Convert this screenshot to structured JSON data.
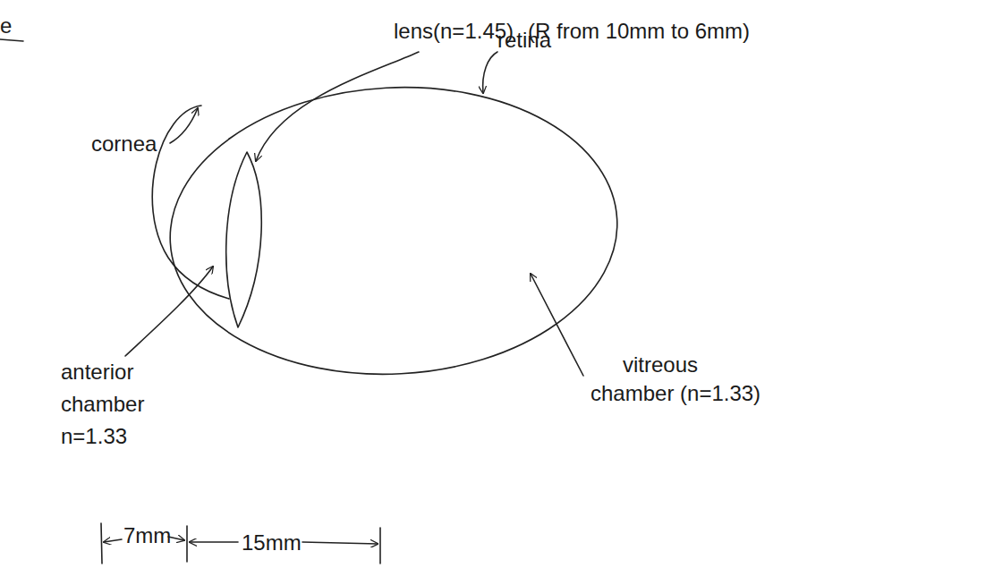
{
  "diagram": {
    "labels": [
      "e",
      "lens(n=1.45)",
      "(R from 10mm to 6mm)",
      "cornea",
      "retina",
      "anterior chamber n=1.33",
      "vitreous chamber (n=1.33)",
      "7mm",
      "15mm"
    ]
  }
}
